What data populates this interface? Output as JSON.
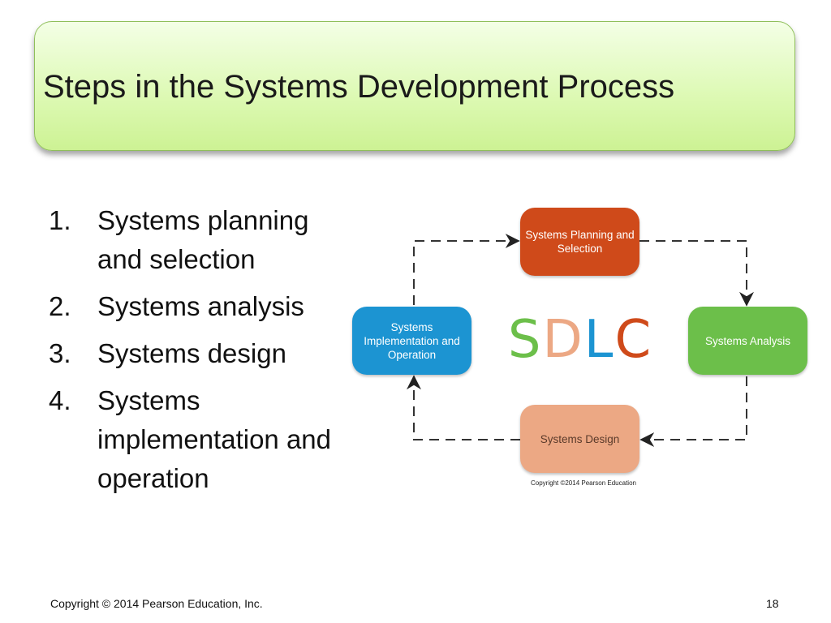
{
  "slide": {
    "title": "Steps in the Systems Development Process",
    "steps": [
      {
        "num": "1.",
        "text": "Systems planning and selection"
      },
      {
        "num": "2.",
        "text": "Systems analysis"
      },
      {
        "num": "3.",
        "text": "Systems design"
      },
      {
        "num": "4.",
        "text": "Systems implementation and operation"
      }
    ],
    "footer": "Copyright © 2014 Pearson Education, Inc.",
    "page_number": "18"
  },
  "diagram": {
    "center_letters": [
      {
        "char": "S",
        "color": "#6cbf4a"
      },
      {
        "char": "D",
        "color": "#eca884"
      },
      {
        "char": "L",
        "color": "#1c94d2"
      },
      {
        "char": "C",
        "color": "#cf4a1a"
      }
    ],
    "nodes": {
      "planning": "Systems Planning and Selection",
      "analysis": "Systems Analysis",
      "design": "Systems Design",
      "implementation": "Systems Implementation and Operation"
    },
    "image_copyright": "Copyright ©2014 Pearson Education"
  }
}
